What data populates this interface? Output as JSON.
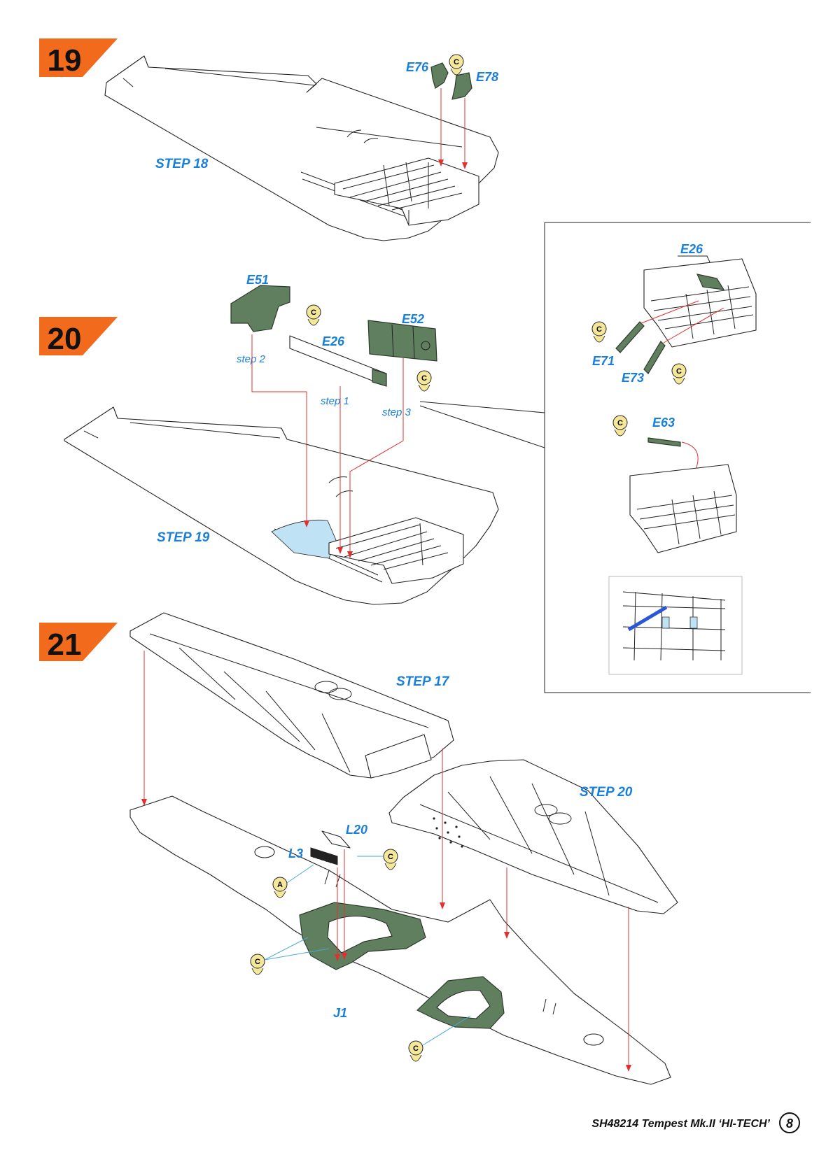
{
  "steps": [
    {
      "number": "19",
      "ref_step": "STEP 18"
    },
    {
      "number": "20",
      "ref_step": "STEP 19"
    },
    {
      "number": "21",
      "ref_steps": [
        "STEP 17",
        "STEP 20"
      ]
    }
  ],
  "parts": {
    "e76": "E76",
    "e78": "E78",
    "e51": "E51",
    "e26": "E26",
    "e52": "E52",
    "e71": "E71",
    "e73": "E73",
    "e63": "E63",
    "l20": "L20",
    "l3": "L3",
    "j1": "J1"
  },
  "substeps": [
    "step 2",
    "step 1",
    "step 3"
  ],
  "glue_marks": [
    "C",
    "A"
  ],
  "footer": {
    "title": "SH48214  Tempest Mk.II ‘HI-TECH’",
    "page": "8"
  },
  "colors": {
    "step_badge": "#f26a1b",
    "label_blue": "#1a7fd8",
    "part_green": "#5f7f5e",
    "arrow_red": "#e03030",
    "highlight_blue": "#bfe3f5",
    "glue_yellow": "#f4e79a"
  }
}
